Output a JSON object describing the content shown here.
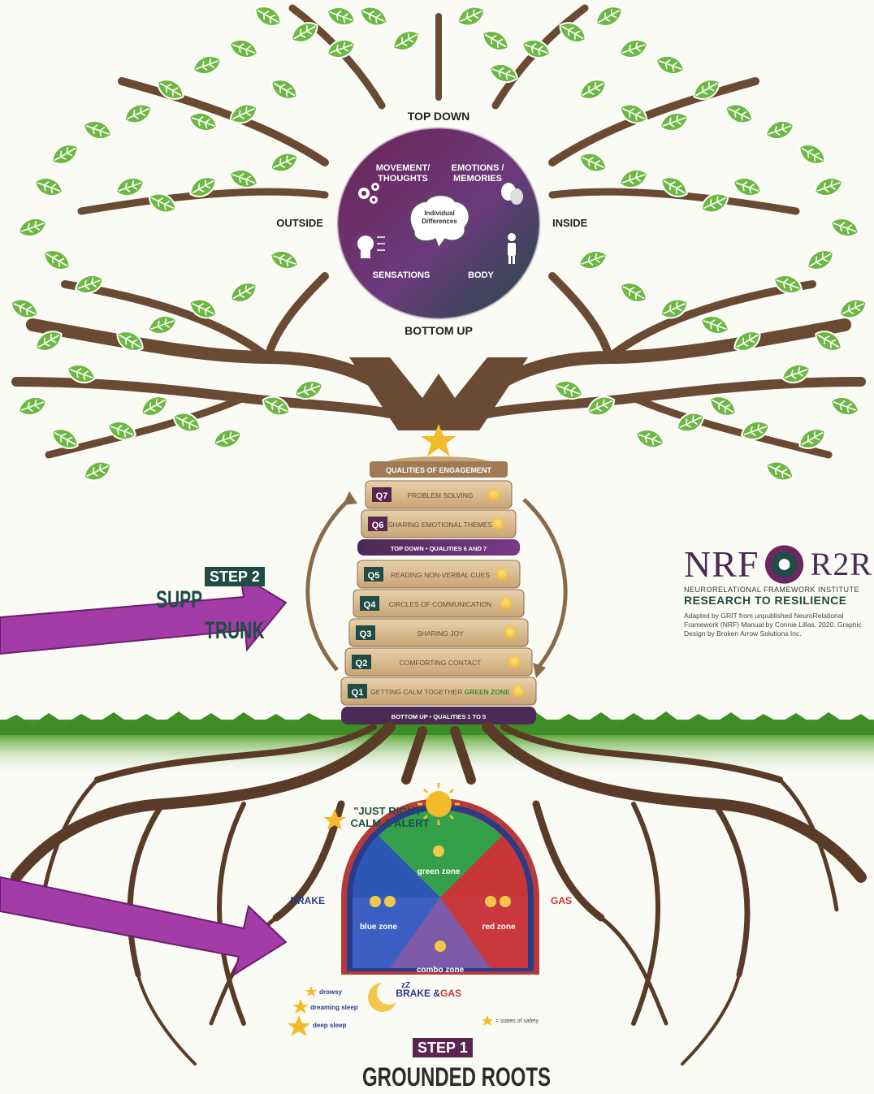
{
  "brain_circle": {
    "top": "TOP DOWN",
    "bottom": "BOTTOM UP",
    "left": "OUTSIDE",
    "right": "INSIDE",
    "quad_tl": [
      "MOVEMENT/",
      "THOUGHTS"
    ],
    "quad_tr": [
      "EMOTIONS /",
      "MEMORIES"
    ],
    "quad_bl": "SENSATIONS",
    "quad_br": "BODY",
    "center": [
      "Individual",
      "Differences"
    ]
  },
  "cake": {
    "top_label": "QUALITIES OF ENGAGEMENT",
    "band_top": "TOP DOWN • QUALITIES 6 AND 7",
    "band_bottom": "BOTTOM UP • QUALITIES 1 TO 5",
    "layers": [
      {
        "num": "Q7",
        "label": "PROBLEM SOLVING"
      },
      {
        "num": "Q6",
        "label": "SHARING EMOTIONAL THEMES"
      },
      {
        "num": "Q5",
        "label": "READING NON-VERBAL CUES"
      },
      {
        "num": "Q4",
        "label": "CIRCLES OF COMMUNICATION"
      },
      {
        "num": "Q3",
        "label": "SHARING JOY"
      },
      {
        "num": "Q2",
        "label": "COMFORTING CONTACT"
      },
      {
        "num": "Q1",
        "label": "GETTING CALM TOGETHER",
        "extra": "GREEN ZONE"
      }
    ]
  },
  "step2": {
    "badge": "STEP 2",
    "title_partial": "SUPP",
    "title2": "TRUNK"
  },
  "logo": {
    "nrf": "NRF",
    "rr": "R2R",
    "institute_line": "NEURORELATIONAL FRAMEWORK INSTITUTE",
    "r2r_line": "RESEARCH TO RESILIENCE",
    "credit": "Adapted by GRIT from unpublished NeuroRelational Framework (NRF) Manual by Connie Lillas, 2020. Graphic Design by Broken Arrow Solutions Inc."
  },
  "zones": {
    "just_right": [
      "\"JUST RIGHT\"",
      "CALM & ALERT"
    ],
    "green": "green zone",
    "blue": "blue zone",
    "red": "red zone",
    "combo": "combo zone",
    "brake": "BRAKE",
    "gas": "GAS",
    "brake_and": "BRAKE & ",
    "brake_gas": "GAS",
    "drowsy": "drowsy",
    "dreaming": "dreaming sleep",
    "deep": "deep sleep",
    "safety": "= states of safety"
  },
  "step1": {
    "badge": "STEP 1",
    "title": "GROUNDED ROOTS"
  },
  "colors": {
    "leaf": "#6db843",
    "branch": "#6a4a33",
    "circle_purple": "#6b2760",
    "teal": "#1f4c45",
    "arrow": "#a43ca8",
    "grass": "#4b9a2e"
  }
}
